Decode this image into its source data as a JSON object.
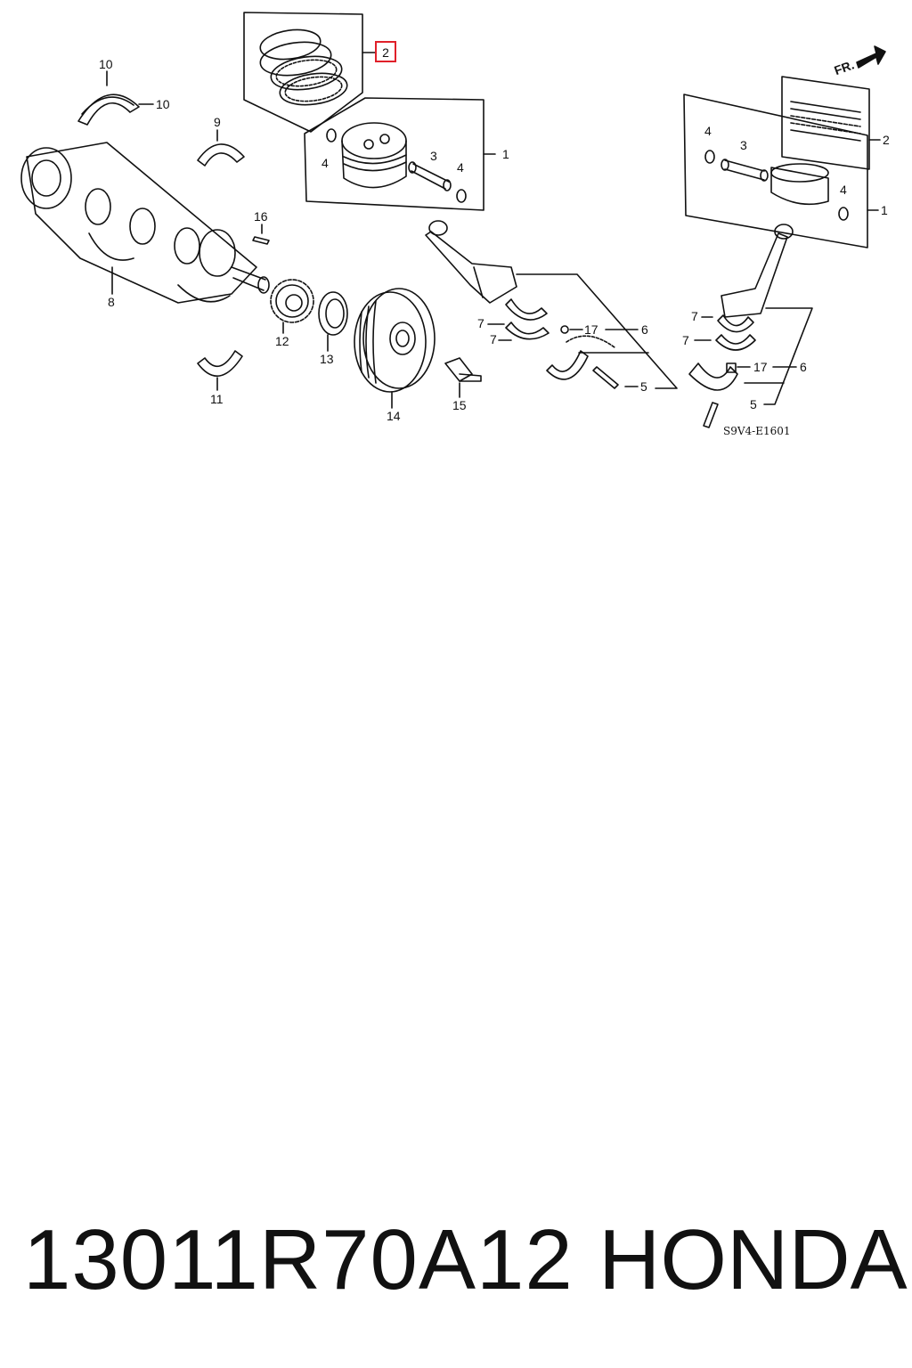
{
  "diagram": {
    "fr_label": "FR.",
    "figure_code": "S9V4-E1601",
    "highlight_color": "#e0202a",
    "callouts": {
      "ring_set_top": "2",
      "piston_left": "1",
      "pin_left": "3",
      "clip_left_a": "4",
      "clip_left_b": "4",
      "ring_set_right": "2",
      "piston_right": "1",
      "pin_right": "3",
      "clip_right_a": "4",
      "clip_right_b": "4",
      "main_upper_a": "10",
      "main_upper_b": "10",
      "thrust": "9",
      "crankshaft": "8",
      "key": "16",
      "sprocket": "12",
      "seal": "13",
      "pulley": "14",
      "pulley_bolt": "15",
      "main_lower": "11",
      "rod_bearing_l1": "7",
      "rod_bearing_l2": "7",
      "dowel_l": "17",
      "rod_assy_l": "6",
      "rod_bolt_l": "5",
      "rod_bearing_r1": "7",
      "rod_bearing_r2": "7",
      "dowel_r": "17",
      "rod_assy_r": "6",
      "rod_bolt_r": "5"
    }
  },
  "caption": {
    "part_number": "13011R70A12",
    "brand": "HONDA"
  }
}
